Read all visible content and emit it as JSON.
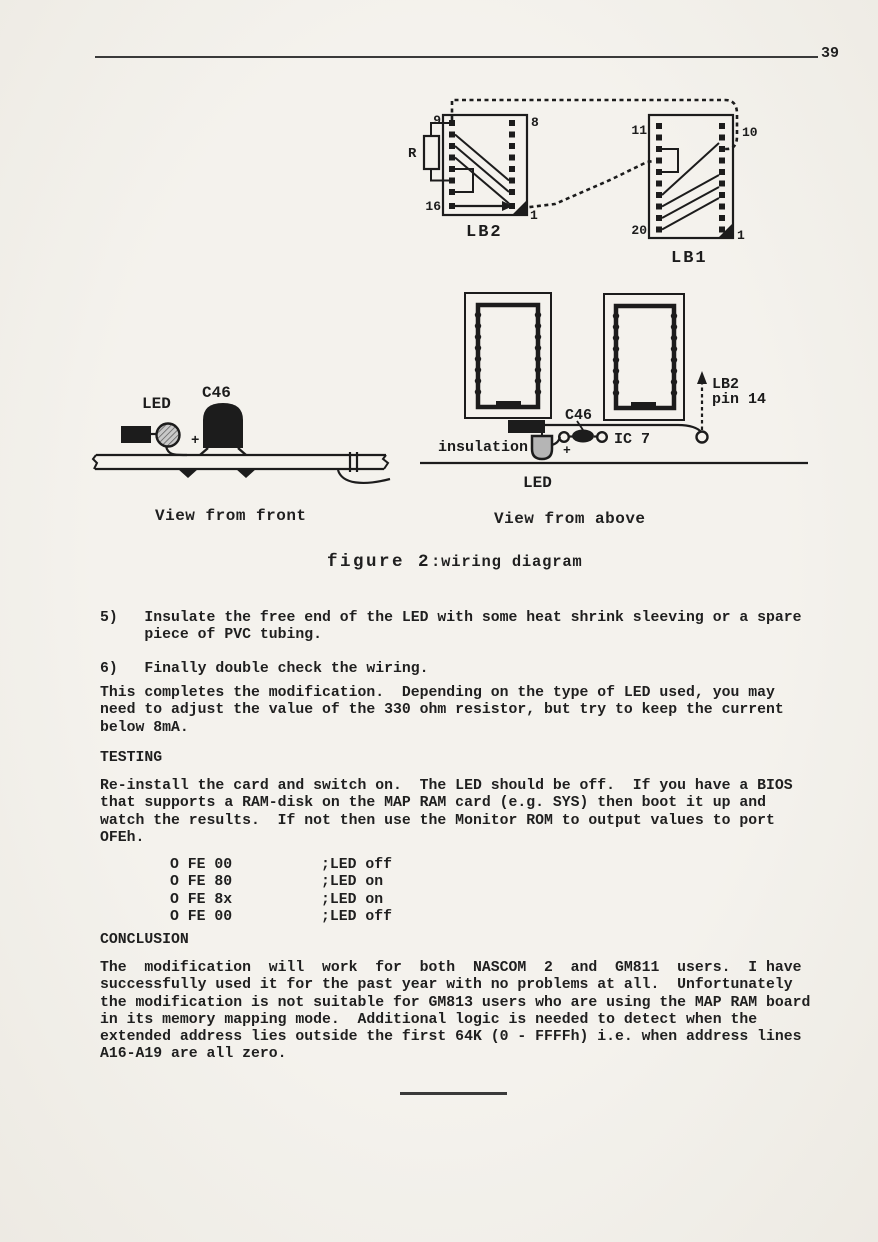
{
  "page": {
    "number": "39"
  },
  "figure": {
    "caption_bold": "figure 2",
    "caption_rest": ":wiring diagram",
    "front_caption": "View from front",
    "above_caption": "View from above",
    "top_diagram": {
      "lb2": {
        "name": "LB2",
        "pin_top_left": "9",
        "pin_top_right": "8",
        "pin_bottom_left": "16",
        "pin_bottom_right": "1",
        "resistor": "R"
      },
      "lb1": {
        "name": "LB1",
        "pin_top_left": "11",
        "pin_top_right": "10",
        "pin_bottom_left": "20",
        "pin_bottom_right": "1"
      }
    },
    "front_view": {
      "led": "LED",
      "cap": "C46",
      "plus": "+"
    },
    "above_view": {
      "cap": "C46",
      "ic": "IC 7",
      "insulation": "insulation",
      "led": "LED",
      "target_ic": "LB2",
      "target_pin": "pin 14",
      "plus": "+"
    }
  },
  "body": {
    "item5": "5)   Insulate the free end of the LED with some heat shrink sleeving or a spare\n     piece of PVC tubing.",
    "item6": "6)   Finally double check the wiring.",
    "para_completion": "This completes the modification.  Depending on the type of LED used, you may\nneed to adjust the value of the 330 ohm resistor, but try to keep the current\nbelow 8mA.",
    "testing_heading": "TESTING",
    "para_testing": "Re-install the card and switch on.  The LED should be off.  If you have a BIOS\nthat supports a RAM-disk on the MAP RAM card (e.g. SYS) then boot it up and\nwatch the results.  If not then use the Monitor ROM to output values to port\nOFEh.",
    "code_listing": "O FE 00          ;LED off\nO FE 80          ;LED on\nO FE 8x          ;LED on\nO FE 00          ;LED off",
    "conclusion_heading": "CONCLUSION",
    "para_conclusion": "The  modification  will  work  for  both  NASCOM  2  and  GM811  users.  I have\nsuccessfully used it for the past year with no problems at all.  Unfortunately\nthe modification is not suitable for GM813 users who are using the MAP RAM board\nin its memory mapping mode.  Additional logic is needed to detect when the\nextended address lies outside the first 64K (0 - FFFFh) i.e. when address lines\nA16-A19 are all zero."
  }
}
